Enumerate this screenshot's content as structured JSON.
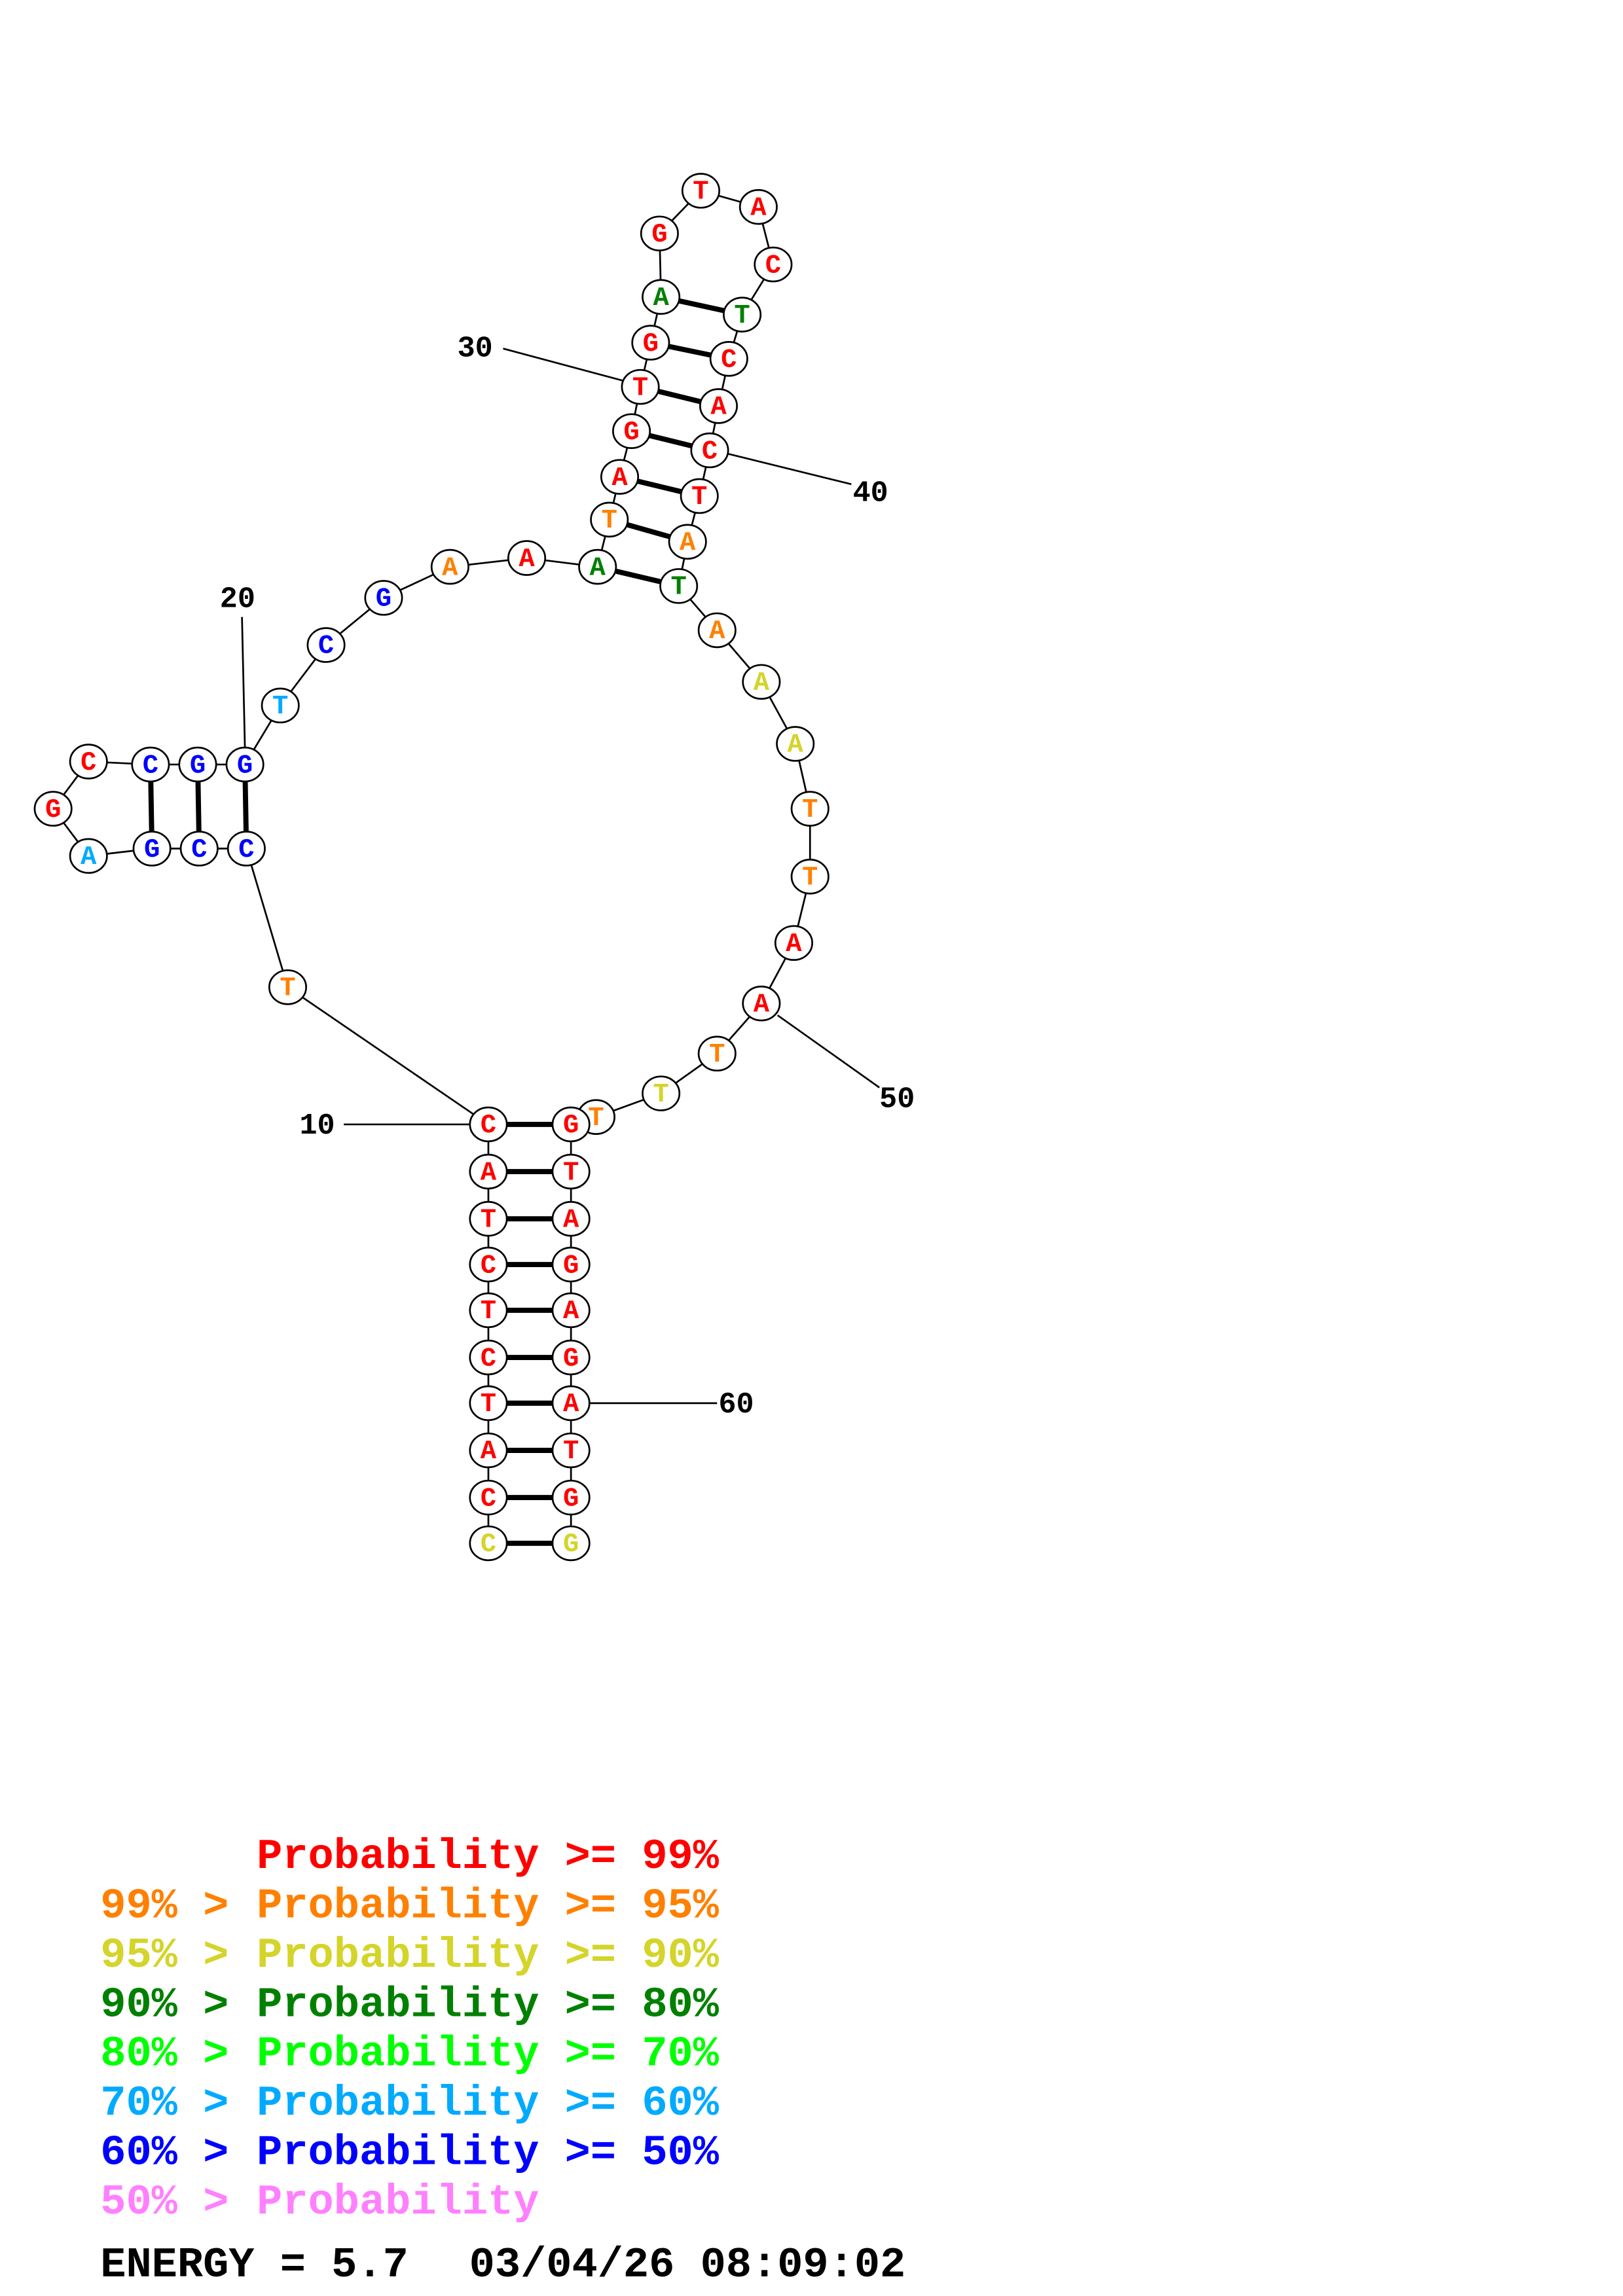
{
  "structure": {
    "nucleotides": [
      {
        "base": "C",
        "prob": 2
      },
      {
        "base": "C",
        "prob": 0
      },
      {
        "base": "A",
        "prob": 0
      },
      {
        "base": "T",
        "prob": 0
      },
      {
        "base": "C",
        "prob": 0
      },
      {
        "base": "T",
        "prob": 0
      },
      {
        "base": "C",
        "prob": 0
      },
      {
        "base": "T",
        "prob": 0
      },
      {
        "base": "A",
        "prob": 0
      },
      {
        "base": "C",
        "prob": 0
      },
      {
        "base": "T",
        "prob": 1
      },
      {
        "base": "C",
        "prob": 6
      },
      {
        "base": "C",
        "prob": 6
      },
      {
        "base": "G",
        "prob": 6
      },
      {
        "base": "A",
        "prob": 5
      },
      {
        "base": "G",
        "prob": 0
      },
      {
        "base": "C",
        "prob": 0
      },
      {
        "base": "C",
        "prob": 6
      },
      {
        "base": "G",
        "prob": 6
      },
      {
        "base": "G",
        "prob": 6
      },
      {
        "base": "T",
        "prob": 5
      },
      {
        "base": "C",
        "prob": 6
      },
      {
        "base": "G",
        "prob": 6
      },
      {
        "base": "A",
        "prob": 1
      },
      {
        "base": "A",
        "prob": 0
      },
      {
        "base": "A",
        "prob": 3
      },
      {
        "base": "T",
        "prob": 1
      },
      {
        "base": "A",
        "prob": 0
      },
      {
        "base": "G",
        "prob": 0
      },
      {
        "base": "T",
        "prob": 0
      },
      {
        "base": "G",
        "prob": 0
      },
      {
        "base": "A",
        "prob": 3
      },
      {
        "base": "G",
        "prob": 0
      },
      {
        "base": "T",
        "prob": 0
      },
      {
        "base": "A",
        "prob": 0
      },
      {
        "base": "C",
        "prob": 0
      },
      {
        "base": "T",
        "prob": 3
      },
      {
        "base": "C",
        "prob": 0
      },
      {
        "base": "A",
        "prob": 0
      },
      {
        "base": "C",
        "prob": 0
      },
      {
        "base": "T",
        "prob": 0
      },
      {
        "base": "A",
        "prob": 1
      },
      {
        "base": "T",
        "prob": 3
      },
      {
        "base": "A",
        "prob": 1
      },
      {
        "base": "A",
        "prob": 2
      },
      {
        "base": "A",
        "prob": 2
      },
      {
        "base": "T",
        "prob": 1
      },
      {
        "base": "T",
        "prob": 1
      },
      {
        "base": "A",
        "prob": 0
      },
      {
        "base": "A",
        "prob": 0
      },
      {
        "base": "T",
        "prob": 1
      },
      {
        "base": "T",
        "prob": 2
      },
      {
        "base": "T",
        "prob": 1
      },
      {
        "base": "G",
        "prob": 0
      },
      {
        "base": "T",
        "prob": 0
      },
      {
        "base": "A",
        "prob": 0
      },
      {
        "base": "G",
        "prob": 0
      },
      {
        "base": "A",
        "prob": 0
      },
      {
        "base": "G",
        "prob": 0
      },
      {
        "base": "A",
        "prob": 0
      },
      {
        "base": "T",
        "prob": 0
      },
      {
        "base": "G",
        "prob": 0
      },
      {
        "base": "G",
        "prob": 2
      }
    ],
    "pairs": [
      [
        1,
        63
      ],
      [
        2,
        62
      ],
      [
        3,
        61
      ],
      [
        4,
        60
      ],
      [
        5,
        59
      ],
      [
        6,
        58
      ],
      [
        7,
        57
      ],
      [
        8,
        56
      ],
      [
        9,
        55
      ],
      [
        10,
        54
      ],
      [
        12,
        20
      ],
      [
        13,
        19
      ],
      [
        14,
        18
      ],
      [
        26,
        43
      ],
      [
        27,
        42
      ],
      [
        28,
        41
      ],
      [
        29,
        40
      ],
      [
        30,
        39
      ],
      [
        31,
        38
      ],
      [
        32,
        37
      ]
    ],
    "position_labels": [
      "10",
      "20",
      "30",
      "40",
      "50",
      "60"
    ]
  },
  "legend": {
    "colors": [
      "#ff0000",
      "#ff8000",
      "#d4d42a",
      "#008000",
      "#00ff00",
      "#00aaff",
      "#0000ff",
      "#ff80ff"
    ],
    "rows": [
      {
        "prefix": "",
        "main": "Probability >= 99%"
      },
      {
        "prefix": "99% >",
        "main": "Probability >= 95%"
      },
      {
        "prefix": "95% >",
        "main": "Probability >= 90%"
      },
      {
        "prefix": "90% >",
        "main": "Probability >= 80%"
      },
      {
        "prefix": "80% >",
        "main": "Probability >= 70%"
      },
      {
        "prefix": "70% >",
        "main": "Probability >= 60%"
      },
      {
        "prefix": "60% >",
        "main": "Probability >= 50%"
      },
      {
        "prefix": "50% >",
        "main": "Probability"
      }
    ]
  },
  "footer": {
    "energy": "ENERGY = 5.7",
    "timestamp": "03/04/26 08:09:02"
  }
}
